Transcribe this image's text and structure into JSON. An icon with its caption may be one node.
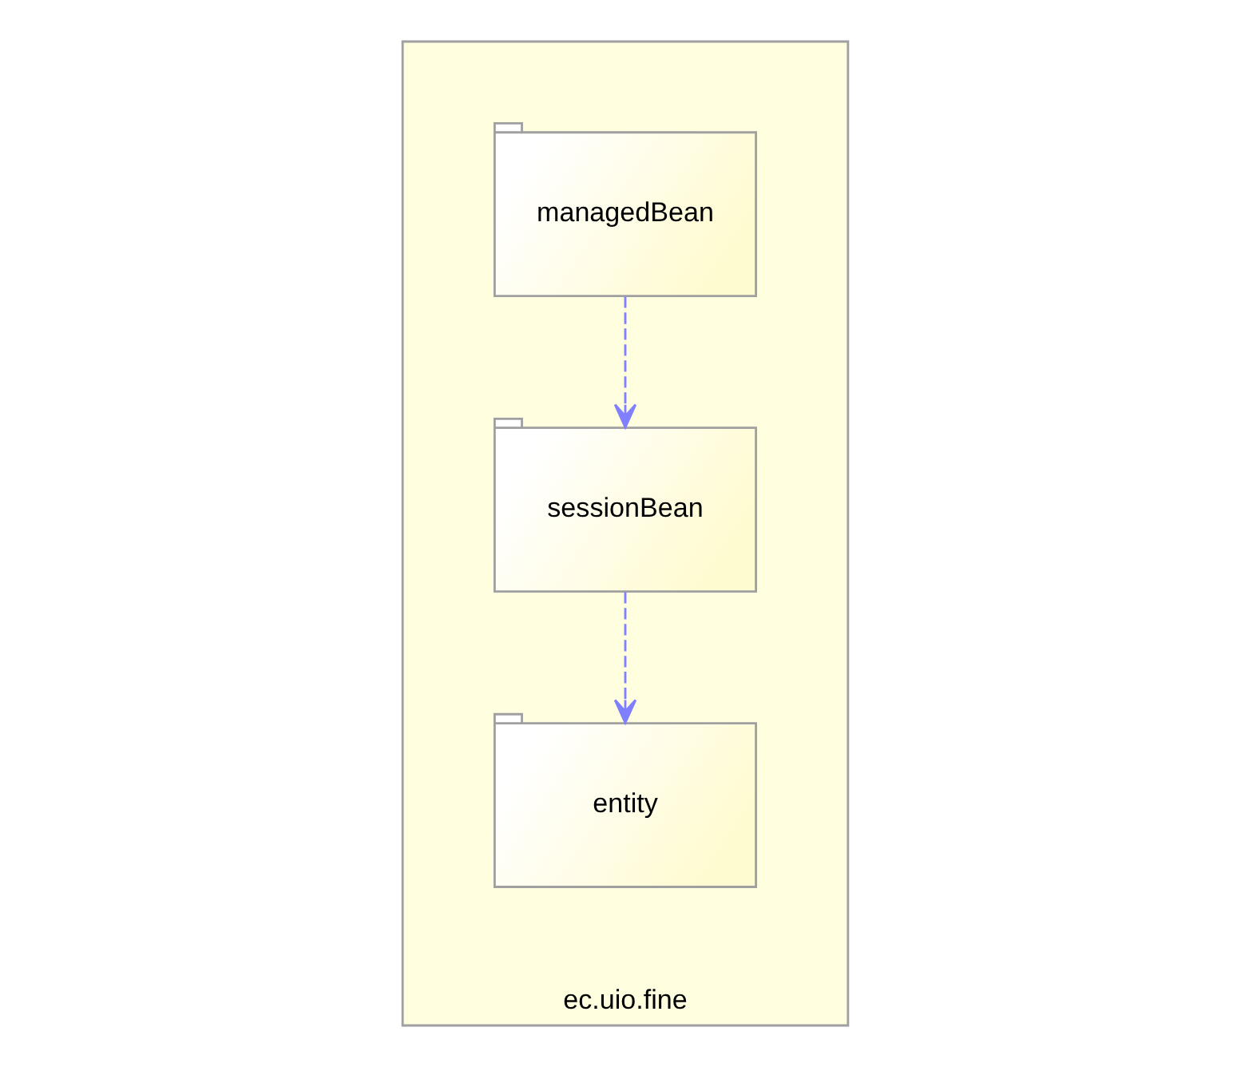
{
  "diagram": {
    "nodes": [
      {
        "text": [
          "ec.uio.fine"
        ]
      },
      {
        "text": [
          "managedBean"
        ],
        "in": 0
      },
      {
        "text": [
          "entity"
        ],
        "in": 0
      },
      {
        "text": [
          "sessionBean"
        ],
        "in": 0
      }
    ],
    "edges": [
      {
        "from": 1,
        "to": 3,
        "arrow": "to",
        "style": "dashed"
      },
      {
        "from": 3,
        "to": 2,
        "arrow": "to",
        "style": "dashed"
      }
    ]
  }
}
